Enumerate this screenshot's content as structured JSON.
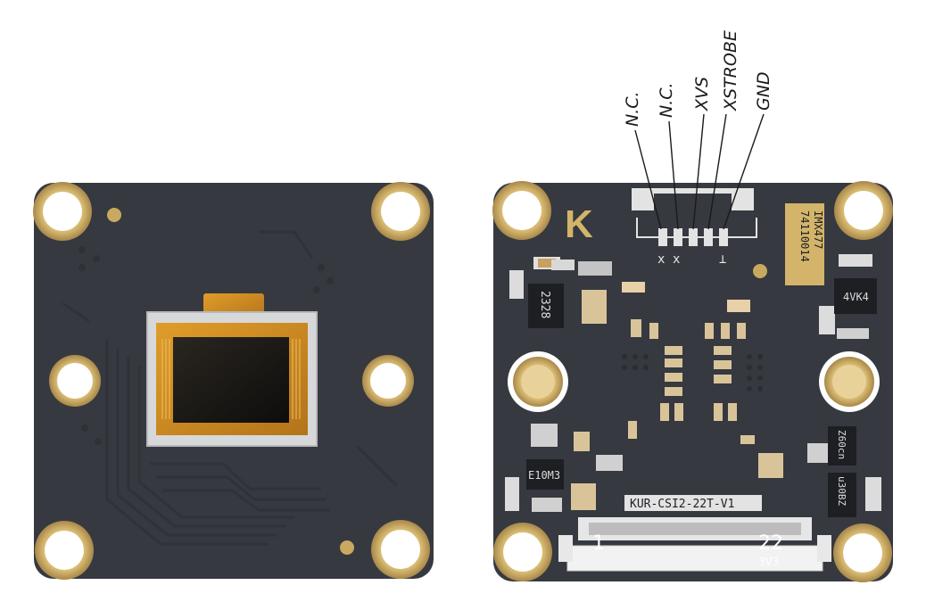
{
  "colors": {
    "pcb": "#363940",
    "pcb_edge": "#2a2d33",
    "gold": "#d3b46a",
    "gold_dark": "#a8874a",
    "silk": "#e8e8e8",
    "flex": "#c88a1e",
    "sensor": "#1a1a1a"
  },
  "back": {
    "pin_labels": [
      "N.C.",
      "N.C.",
      "XVS",
      "XSTROBE",
      "GND"
    ],
    "logo_letter": "K",
    "gold_label_line1": "74110014",
    "gold_label_line2": "IMX477",
    "chip_2328": "2328",
    "chip_4vk4": "4VK4",
    "chip_e10m3": "E10M3",
    "chip_z60cn": "Z60cn",
    "chip_u30bz": "u30BZ",
    "board_name": "KUR-CSI2-22T-V1",
    "conn_pin_first": "1",
    "conn_pin_last": "22",
    "conn_3v3": "3V3",
    "pad_marks": [
      "x",
      "x",
      "⊥"
    ]
  }
}
